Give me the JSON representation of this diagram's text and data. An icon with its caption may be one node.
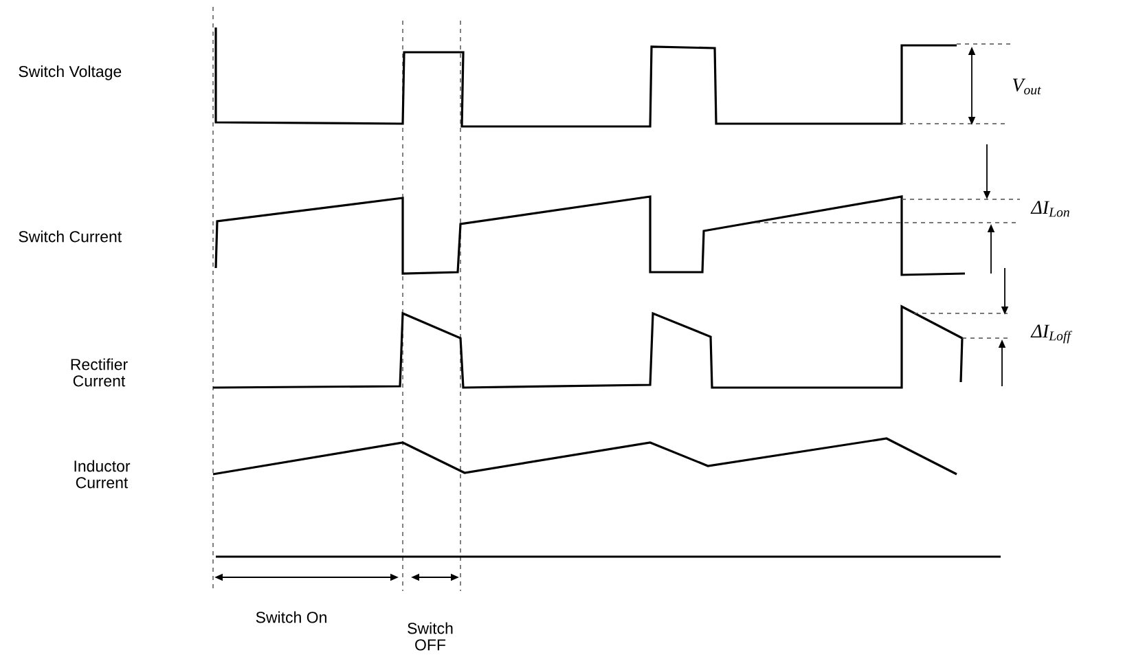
{
  "diagram": {
    "labels": [
      "Switch Voltage",
      "Switch Current",
      "Rectifier Current",
      "Inductor Current",
      "Switch On",
      "Switch OFF",
      "V$_{out}$",
      "ΔI$_{Lon}$",
      "ΔI$_{Loff}$"
    ]
  }
}
